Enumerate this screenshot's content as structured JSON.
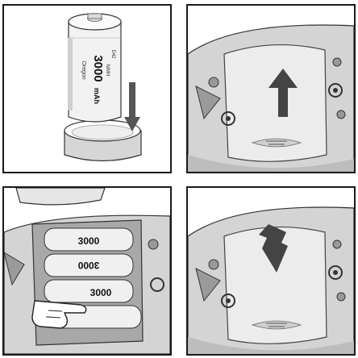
{
  "colors": {
    "border": "#1a1a1a",
    "device": "#c9c9c9",
    "device_light": "#e8e8e8",
    "arrow": "#444444",
    "battery": "#efefef"
  },
  "battery": {
    "capacity": "3000",
    "unit": "mAh",
    "brand": "Oregon",
    "type": "NiMH",
    "model": "D42"
  },
  "panels": [
    {
      "step": "insert-battery",
      "icon": "down-arrow-icon"
    },
    {
      "step": "open-cover",
      "icon": "up-arrow-icon"
    },
    {
      "step": "insert-batteries-hand",
      "icon": "pointing-hand-icon"
    },
    {
      "step": "close-cover",
      "icon": "down-arrow-icon"
    }
  ]
}
